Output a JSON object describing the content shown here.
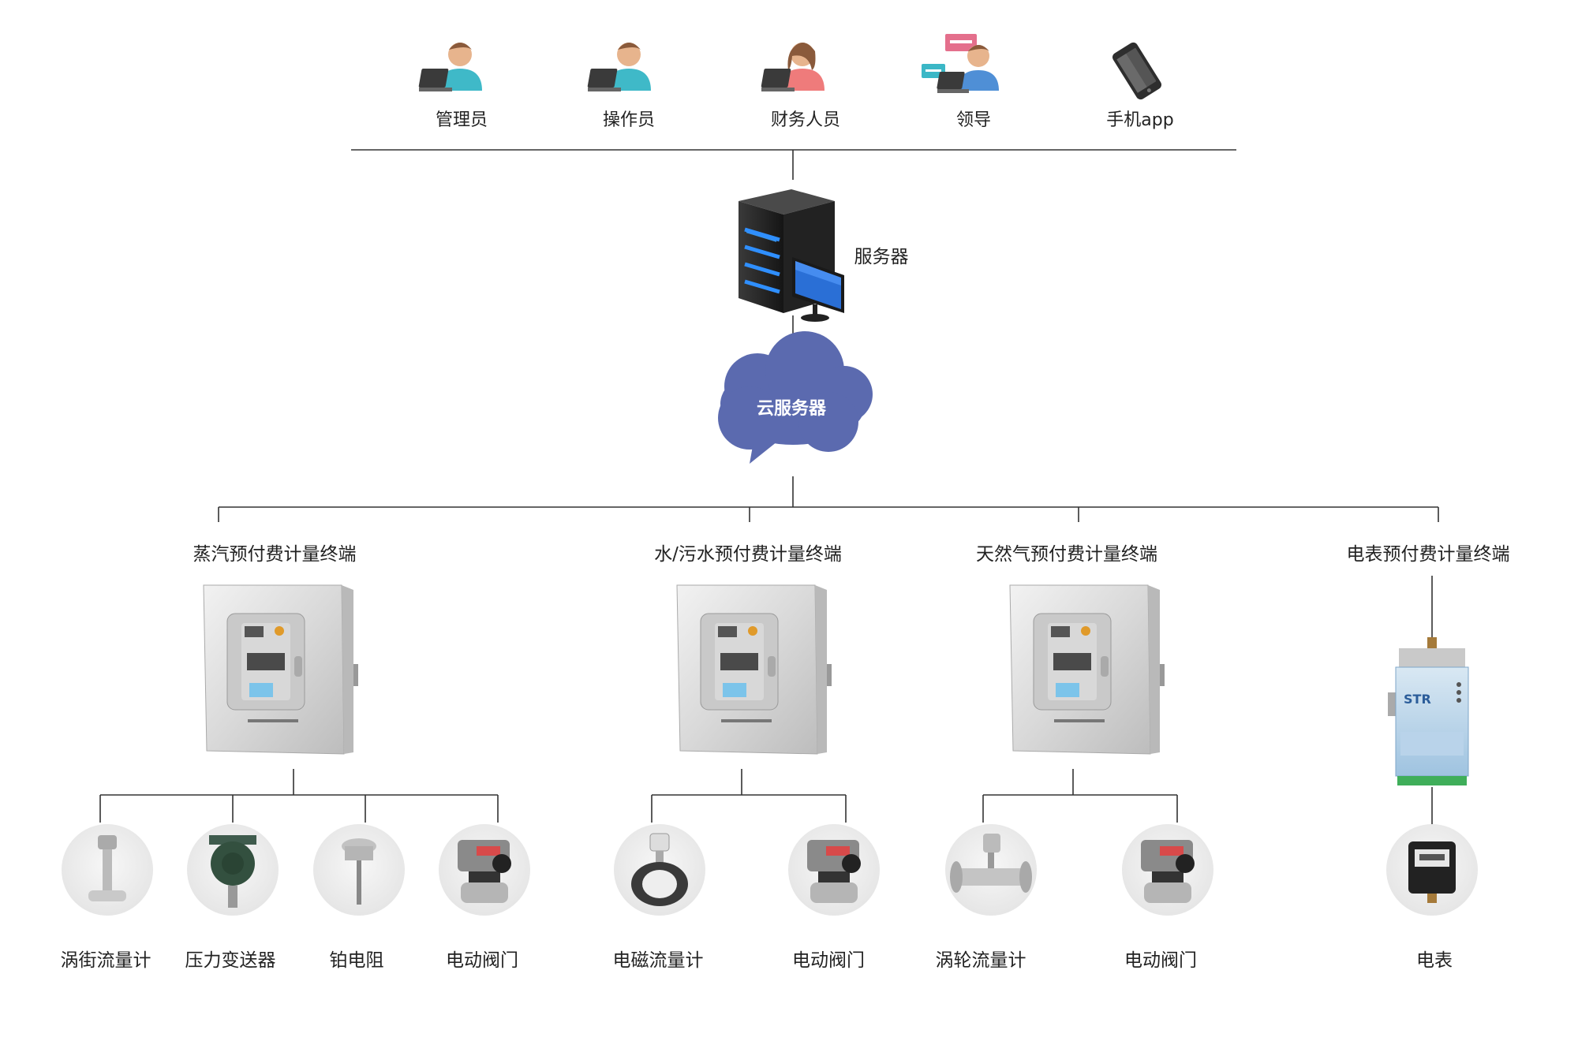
{
  "users": [
    {
      "label": "管理员",
      "icon": "admin-user-icon"
    },
    {
      "label": "操作员",
      "icon": "operator-user-icon"
    },
    {
      "label": "财务人员",
      "icon": "finance-user-icon"
    },
    {
      "label": "领导",
      "icon": "leader-user-icon"
    },
    {
      "label": "手机app",
      "icon": "mobile-phone-icon"
    }
  ],
  "server": {
    "label": "服务器",
    "icon": "server-tower-icon"
  },
  "cloud": {
    "label": "云服务器",
    "icon": "cloud-icon",
    "color": "#5b6aaf"
  },
  "terminals": [
    {
      "label": "蒸汽预付费计量终端",
      "device": "control-cabinet-icon",
      "sensors": [
        {
          "label": "涡街流量计",
          "icon": "vortex-flowmeter-icon"
        },
        {
          "label": "压力变送器",
          "icon": "pressure-transmitter-icon"
        },
        {
          "label": "铂电阻",
          "icon": "platinum-resistor-icon"
        },
        {
          "label": "电动阀门",
          "icon": "electric-valve-icon"
        }
      ]
    },
    {
      "label": "水/污水预付费计量终端",
      "device": "control-cabinet-icon",
      "sensors": [
        {
          "label": "电磁流量计",
          "icon": "electromagnetic-flowmeter-icon"
        },
        {
          "label": "电动阀门",
          "icon": "electric-valve-icon"
        }
      ]
    },
    {
      "label": "天然气预付费计量终端",
      "device": "control-cabinet-icon",
      "sensors": [
        {
          "label": "涡轮流量计",
          "icon": "turbine-flowmeter-icon"
        },
        {
          "label": "电动阀门",
          "icon": "electric-valve-icon"
        }
      ]
    },
    {
      "label": "电表预付费计量终端",
      "device": "rtu-module-icon",
      "sensors": [
        {
          "label": "电表",
          "icon": "electric-meter-icon"
        }
      ]
    }
  ],
  "colors": {
    "line": "#333333",
    "cloud": "#5b6aaf",
    "sensor_bg": "#ececec",
    "cabinet": "#dcdcdc",
    "monitor_blue": "#2a6fd6"
  }
}
